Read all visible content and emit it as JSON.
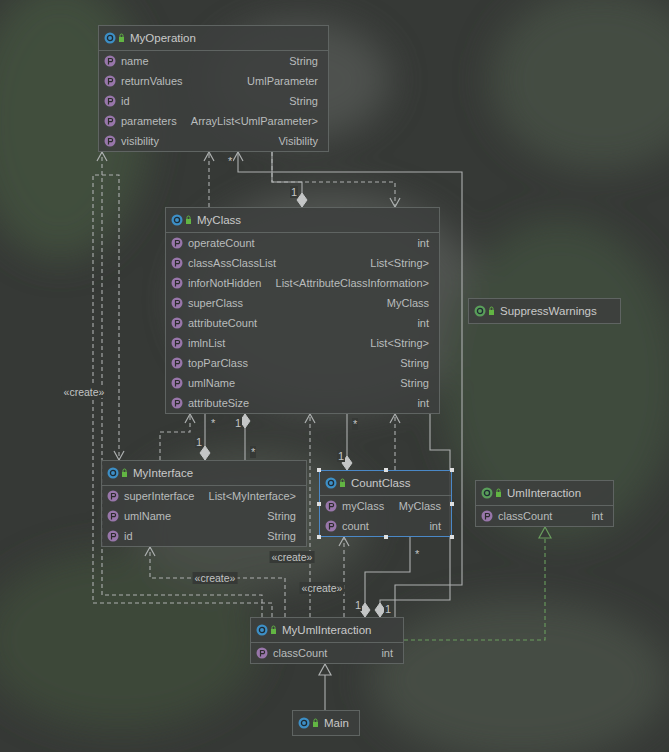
{
  "diagram": {
    "nodes": [
      {
        "text": [
          "MyOperation",
          "name",
          "String",
          "returnValues",
          "UmlParameter",
          "id",
          "String",
          "parameters",
          "ArrayList<UmlParameter>",
          "visibility",
          "Visibility"
        ]
      },
      {
        "text": [
          "MyClass",
          "operateCount",
          "int",
          "classAssClassList",
          "List<String>",
          "inforNotHidden",
          "List<AttributeClassInformation>",
          "superClass",
          "MyClass",
          "attributeCount",
          "int",
          "imlnList",
          "List<String>",
          "topParClass",
          "String",
          "umlName",
          "String",
          "attributeSize",
          "int"
        ]
      },
      {
        "text": [
          "MyInterface",
          "superInterface",
          "List<MyInterface>",
          "umlName",
          "String",
          "id",
          "String"
        ]
      },
      {
        "text": [
          "CountClass",
          "myClass",
          "MyClass",
          "count",
          "int"
        ]
      },
      {
        "text": [
          "SuppressWarnings"
        ]
      },
      {
        "text": [
          "UmlInteraction",
          "classCount",
          "int"
        ]
      },
      {
        "text": [
          "MyUmlInteraction",
          "classCount",
          "int"
        ]
      },
      {
        "text": [
          "Main"
        ]
      }
    ],
    "edges": [
      {
        "from": 1,
        "to": 0,
        "arrow": "to"
      },
      {
        "from": 0,
        "to": 1,
        "arrow": "to"
      },
      {
        "from": 0,
        "to": 1,
        "arrow": "to"
      },
      {
        "from": 6,
        "to": 0,
        "arrow": "to"
      },
      {
        "from": 6,
        "to": 0,
        "arrow": "to",
        "label": "«create»"
      },
      {
        "from": 6,
        "to": 2,
        "arrow": "to"
      },
      {
        "from": 1,
        "to": 2,
        "arrow": "to"
      },
      {
        "from": 2,
        "to": 1,
        "arrow": "to"
      },
      {
        "from": 2,
        "to": 1,
        "arrow": "to"
      },
      {
        "from": 1,
        "to": 3,
        "arrow": "to"
      },
      {
        "from": 3,
        "to": 1,
        "arrow": "to"
      },
      {
        "from": 6,
        "to": 2,
        "arrow": "to",
        "label": "«create»"
      },
      {
        "from": 6,
        "to": 3,
        "arrow": "to",
        "label": "«create»"
      },
      {
        "from": 3,
        "to": 6,
        "arrow": "to"
      },
      {
        "from": 6,
        "to": 1,
        "arrow": "to",
        "label": "«create»"
      },
      {
        "from": 1,
        "to": 6,
        "arrow": "to"
      },
      {
        "from": 6,
        "to": 5,
        "arrow": "to"
      },
      {
        "from": 7,
        "to": 6,
        "arrow": "to"
      }
    ],
    "labels": [
      "*",
      "1",
      "1",
      "*",
      "1",
      "*",
      "1",
      "*",
      "1",
      "*",
      "1"
    ]
  }
}
